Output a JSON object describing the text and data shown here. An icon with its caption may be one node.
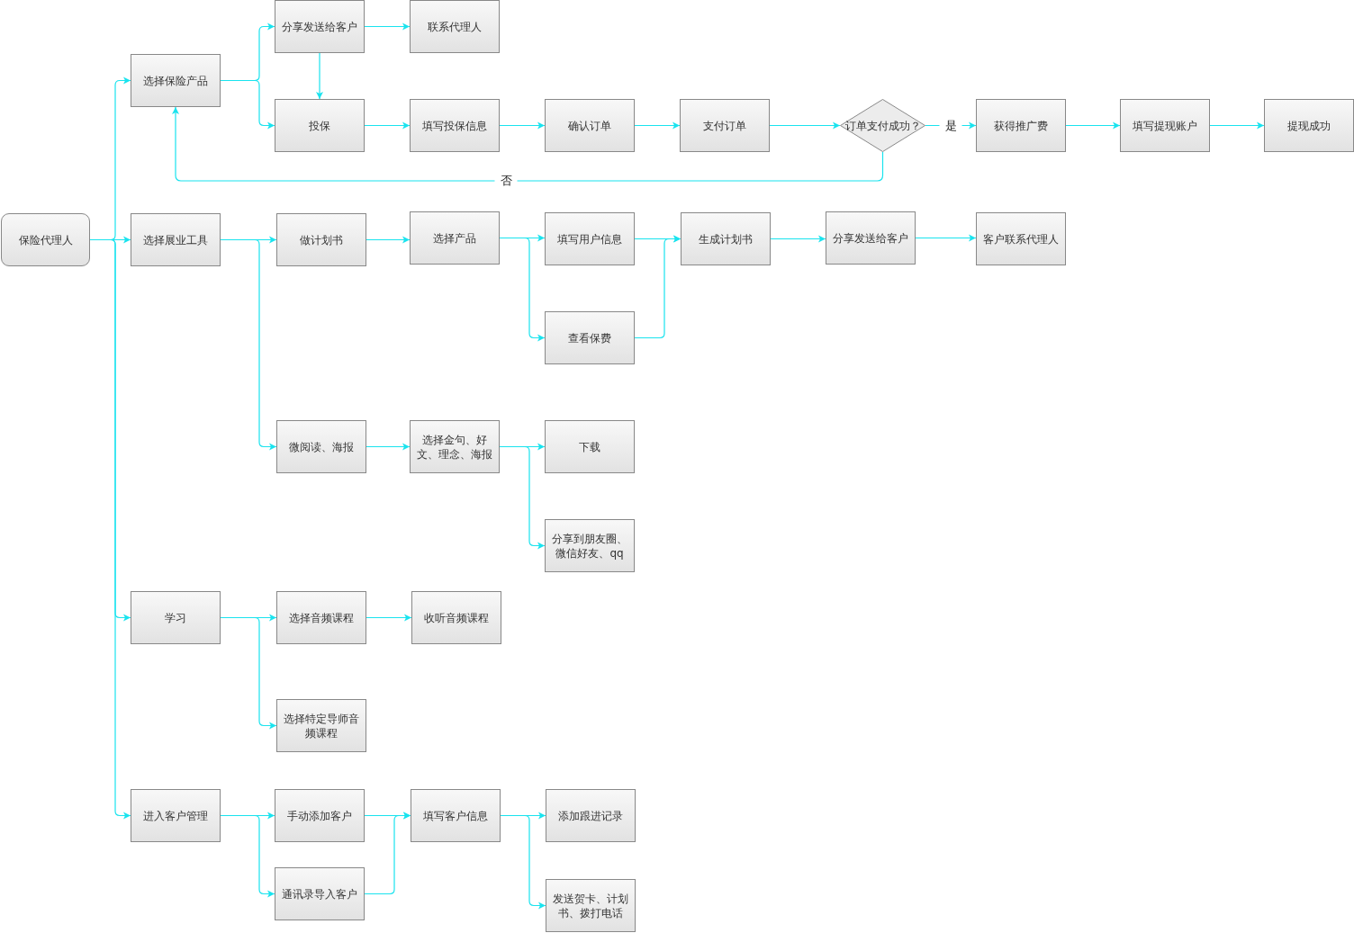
{
  "diagram": {
    "nodes": [
      {
        "text": [
          "保险代理人"
        ]
      },
      {
        "text": [
          "选择保险产品"
        ]
      },
      {
        "text": [
          "分享发送给客户"
        ]
      },
      {
        "text": [
          "联系代理人"
        ]
      },
      {
        "text": [
          "投保"
        ]
      },
      {
        "text": [
          "填写投保信息"
        ]
      },
      {
        "text": [
          "确认订单"
        ]
      },
      {
        "text": [
          "支付订单"
        ]
      },
      {
        "text": [
          "订单支付成功？"
        ]
      },
      {
        "text": [
          "获得推广费"
        ]
      },
      {
        "text": [
          "填写提现账户"
        ]
      },
      {
        "text": [
          "提现成功"
        ]
      },
      {
        "text": [
          "选择展业工具"
        ]
      },
      {
        "text": [
          "做计划书"
        ]
      },
      {
        "text": [
          "选择产品"
        ]
      },
      {
        "text": [
          "填写用户信息"
        ]
      },
      {
        "text": [
          "查看保费"
        ]
      },
      {
        "text": [
          "生成计划书"
        ]
      },
      {
        "text": [
          "分享发送给客户"
        ]
      },
      {
        "text": [
          "客户联系代理人"
        ]
      },
      {
        "text": [
          "微阅读、海报"
        ]
      },
      {
        "text": [
          "选择金句、好文、理念、海报"
        ]
      },
      {
        "text": [
          "下载"
        ]
      },
      {
        "text": [
          "分享到朋友圈、微信好友、qq"
        ]
      },
      {
        "text": [
          "学习"
        ]
      },
      {
        "text": [
          "选择音频课程"
        ]
      },
      {
        "text": [
          "收听音频课程"
        ]
      },
      {
        "text": [
          "选择特定导师音频课程"
        ]
      },
      {
        "text": [
          "进入客户管理"
        ]
      },
      {
        "text": [
          "手动添加客户"
        ]
      },
      {
        "text": [
          "填写客户信息"
        ]
      },
      {
        "text": [
          "通讯录导入客户"
        ]
      },
      {
        "text": [
          "添加跟进记录"
        ]
      },
      {
        "text": [
          "发送贺卡、计划书、拨打电话"
        ]
      }
    ],
    "edges": [
      {
        "from": 0,
        "to": 1,
        "arrow": "to"
      },
      {
        "from": 0,
        "to": 12,
        "arrow": "to"
      },
      {
        "from": 0,
        "to": 24,
        "arrow": "to"
      },
      {
        "from": 0,
        "to": 28,
        "arrow": "to"
      },
      {
        "from": 1,
        "to": 2,
        "arrow": "to"
      },
      {
        "from": 1,
        "to": 4,
        "arrow": "to"
      },
      {
        "from": 2,
        "to": 3,
        "arrow": "to"
      },
      {
        "from": 2,
        "to": 4,
        "arrow": "to"
      },
      {
        "from": 4,
        "to": 5,
        "arrow": "to"
      },
      {
        "from": 5,
        "to": 6,
        "arrow": "to"
      },
      {
        "from": 6,
        "to": 7,
        "arrow": "to"
      },
      {
        "from": 7,
        "to": 8,
        "arrow": "to"
      },
      {
        "from": 8,
        "to": 9,
        "arrow": "to",
        "label": "是"
      },
      {
        "from": 8,
        "to": 1,
        "arrow": "to",
        "label": "否"
      },
      {
        "from": 9,
        "to": 10,
        "arrow": "to"
      },
      {
        "from": 10,
        "to": 11,
        "arrow": "to"
      },
      {
        "from": 12,
        "to": 13,
        "arrow": "to"
      },
      {
        "from": 12,
        "to": 20,
        "arrow": "to"
      },
      {
        "from": 13,
        "to": 14,
        "arrow": "to"
      },
      {
        "from": 14,
        "to": 15,
        "arrow": "to"
      },
      {
        "from": 14,
        "to": 16,
        "arrow": "to"
      },
      {
        "from": 15,
        "to": 17,
        "arrow": "to"
      },
      {
        "from": 16,
        "to": 17,
        "arrow": "to"
      },
      {
        "from": 17,
        "to": 18,
        "arrow": "to"
      },
      {
        "from": 18,
        "to": 19,
        "arrow": "to"
      },
      {
        "from": 20,
        "to": 21,
        "arrow": "to"
      },
      {
        "from": 21,
        "to": 22,
        "arrow": "to"
      },
      {
        "from": 21,
        "to": 23,
        "arrow": "to"
      },
      {
        "from": 24,
        "to": 25,
        "arrow": "to"
      },
      {
        "from": 24,
        "to": 27,
        "arrow": "to"
      },
      {
        "from": 25,
        "to": 26,
        "arrow": "to"
      },
      {
        "from": 28,
        "to": 29,
        "arrow": "to"
      },
      {
        "from": 28,
        "to": 31,
        "arrow": "to"
      },
      {
        "from": 29,
        "to": 30,
        "arrow": "to"
      },
      {
        "from": 31,
        "to": 30,
        "arrow": "to"
      },
      {
        "from": 30,
        "to": 32,
        "arrow": "to"
      },
      {
        "from": 30,
        "to": 33,
        "arrow": "to"
      }
    ]
  }
}
